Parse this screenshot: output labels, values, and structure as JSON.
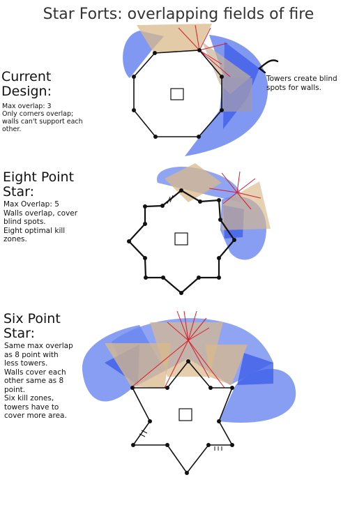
{
  "title": "Star Forts: overlapping fields of fire",
  "current": {
    "heading": [
      "Current",
      "Design:"
    ],
    "notes": [
      "Max overlap: 3",
      "Only corners overlap;",
      "walls can't support each",
      "other."
    ],
    "callout": [
      "Towers create blind",
      "spots for walls."
    ]
  },
  "eight": {
    "heading": [
      "Eight Point",
      "Star:"
    ],
    "notes": [
      "Max Overlap: 5",
      "Walls overlap, cover",
      "blind spots.",
      "Eight optimal kill",
      "zones."
    ]
  },
  "six": {
    "heading": [
      "Six Point",
      "Star:"
    ],
    "notes": [
      "Same max overlap",
      "as 8 point with",
      "less towers.",
      "Walls cover each",
      "other same as 8",
      "point.",
      "Six kill zones,",
      "towers have to",
      "cover more area."
    ]
  },
  "colors": {
    "blue_field": "#6a86ef",
    "dark_blue": "#3f5fe8",
    "tan_field": "#d9b98a",
    "fire_line": "#d81b2a",
    "wall": "#111111"
  }
}
